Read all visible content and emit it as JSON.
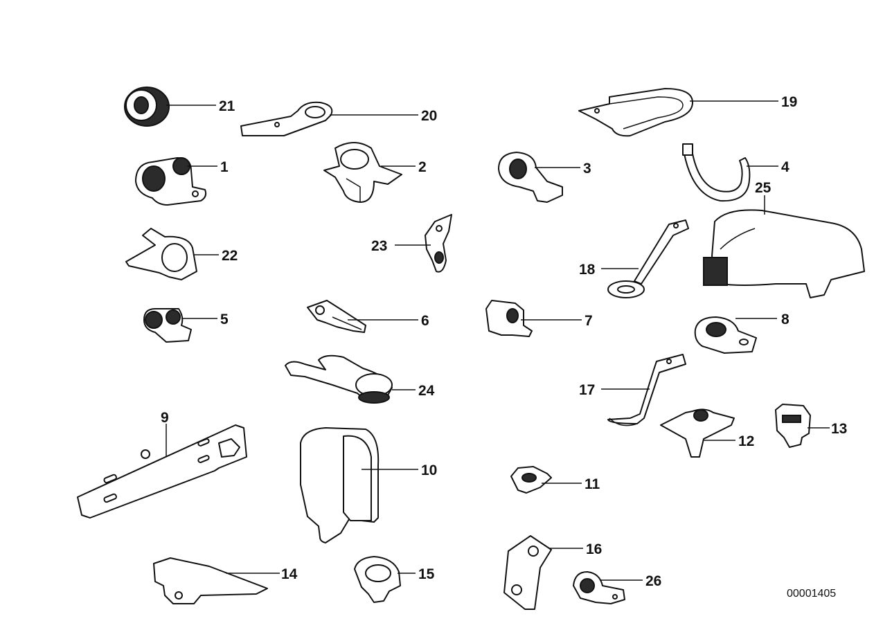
{
  "diagram_id": "00001405",
  "callouts": {
    "n1": "1",
    "n2": "2",
    "n3": "3",
    "n4": "4",
    "n5": "5",
    "n6": "6",
    "n7": "7",
    "n8": "8",
    "n9": "9",
    "n10": "10",
    "n11": "11",
    "n12": "12",
    "n13": "13",
    "n14": "14",
    "n15": "15",
    "n16": "16",
    "n17": "17",
    "n18": "18",
    "n19": "19",
    "n20": "20",
    "n21": "21",
    "n22": "22",
    "n23": "23",
    "n24": "24",
    "n25": "25",
    "n26": "26"
  },
  "colors": {
    "ink": "#111111",
    "background": "#ffffff"
  }
}
